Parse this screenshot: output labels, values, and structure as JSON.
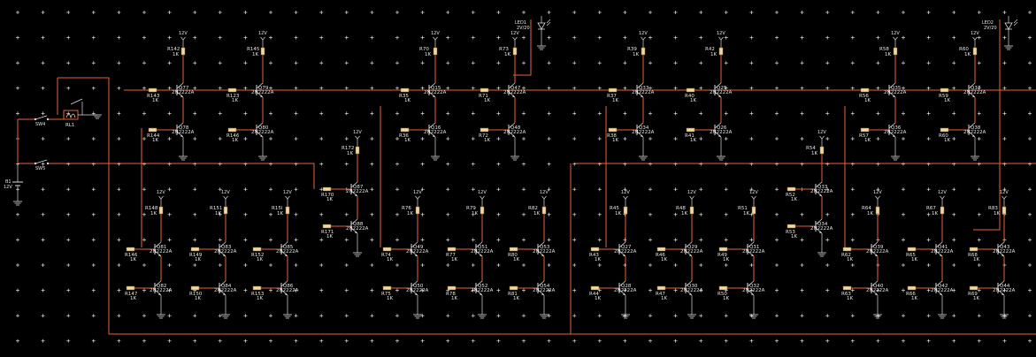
{
  "colors": {
    "background": "#000000",
    "wire": "#e8643a",
    "component": "#dcdcdc",
    "resistor_fill": "#f0d8a0",
    "grid_mark": "#ffffff"
  },
  "supply_label": "12V",
  "switches": [
    {
      "id": "sw4",
      "label": "SW4"
    },
    {
      "id": "sw5",
      "label": "SW5"
    }
  ],
  "relay": {
    "label": "RL1"
  },
  "battery": {
    "label": "B1",
    "value": "12V"
  },
  "leds": [
    {
      "id": "led1",
      "label": "LED1",
      "value": "2V/20"
    },
    {
      "id": "led2",
      "label": "LED2",
      "value": "2V/20"
    }
  ],
  "components": {
    "transistor_model": "2N2222A",
    "resistor_value": "1K",
    "r_base_value": "1K"
  },
  "modules": [
    {
      "id": "m1",
      "top": [
        {
          "r_pull": "R142",
          "r_b1": "R143",
          "q1": "Q77",
          "r_b2": "R144",
          "q2": "Q78"
        },
        {
          "r_pull": "R145",
          "r_b1": "R123",
          "q1": "Q79",
          "r_b2": "R146",
          "q2": "Q80"
        }
      ],
      "bottom": [
        {
          "r_pull": "R148",
          "r_b1": "R146",
          "q1": "Q81",
          "r_b2": "R147",
          "q2": "Q82"
        },
        {
          "r_pull": "R151",
          "r_b1": "R149",
          "q1": "Q83",
          "r_b2": "R150",
          "q2": "Q84"
        },
        {
          "r_pull": "R15l",
          "r_b1": "R152",
          "q1": "Q85",
          "r_b2": "R153",
          "q2": "Q86"
        }
      ],
      "mid": {
        "r_pull": "R172",
        "r_b1": "R170",
        "q1": "Q87",
        "r_b2": "R171",
        "q2": "Q88"
      }
    },
    {
      "id": "m2",
      "top": [
        {
          "r_pull": "R70",
          "r_b1": "R35",
          "q1": "Q15",
          "r_b2": "R36",
          "q2": "Q16"
        },
        {
          "r_pull": "R73",
          "r_b1": "R71",
          "q1": "Q47",
          "r_b2": "R72",
          "q2": "Q48"
        }
      ],
      "bottom": [
        {
          "r_pull": "R76",
          "r_b1": "R74",
          "q1": "Q49",
          "r_b2": "R75",
          "q2": "Q50"
        },
        {
          "r_pull": "R79",
          "r_b1": "R77",
          "q1": "Q51",
          "r_b2": "R78",
          "q2": "Q52"
        },
        {
          "r_pull": "R82",
          "r_b1": "R80",
          "q1": "Q53",
          "r_b2": "R81",
          "q2": "Q54"
        }
      ]
    },
    {
      "id": "m3",
      "top": [
        {
          "r_pull": "R39",
          "r_b1": "R37",
          "q1": "Q33",
          "r_b2": "R38",
          "q2": "Q34"
        },
        {
          "r_pull": "R42",
          "r_b1": "R40",
          "q1": "Q25",
          "r_b2": "R41",
          "q2": "Q26"
        }
      ],
      "bottom": [
        {
          "r_pull": "R45",
          "r_b1": "R43",
          "q1": "Q27",
          "r_b2": "R44",
          "q2": "Q28"
        },
        {
          "r_pull": "R48",
          "r_b1": "R46",
          "q1": "Q29",
          "r_b2": "R47",
          "q2": "Q30"
        },
        {
          "r_pull": "R51",
          "r_b1": "R49",
          "q1": "Q31",
          "r_b2": "R50",
          "q2": "Q32"
        }
      ],
      "mid": {
        "r_pull": "R54",
        "r_b1": "R52",
        "q1": "Q33",
        "r_b2": "R53",
        "q2": "Q34"
      }
    },
    {
      "id": "m4",
      "top": [
        {
          "r_pull": "R58",
          "r_b1": "R56",
          "q1": "Q35",
          "r_b2": "R57",
          "q2": "Q36"
        },
        {
          "r_pull": "R60",
          "r_b1": "R59",
          "q1": "Q37",
          "r_b2": "R60",
          "q2": "Q38"
        }
      ],
      "bottom": [
        {
          "r_pull": "R64",
          "r_b1": "R62",
          "q1": "Q39",
          "r_b2": "R63",
          "q2": "Q40"
        },
        {
          "r_pull": "R67",
          "r_b1": "R65",
          "q1": "Q41",
          "r_b2": "R66",
          "q2": "Q42"
        },
        {
          "r_pull": "R83",
          "r_b1": "R68",
          "q1": "Q43",
          "r_b2": "R69",
          "q2": "Q44"
        }
      ]
    }
  ]
}
